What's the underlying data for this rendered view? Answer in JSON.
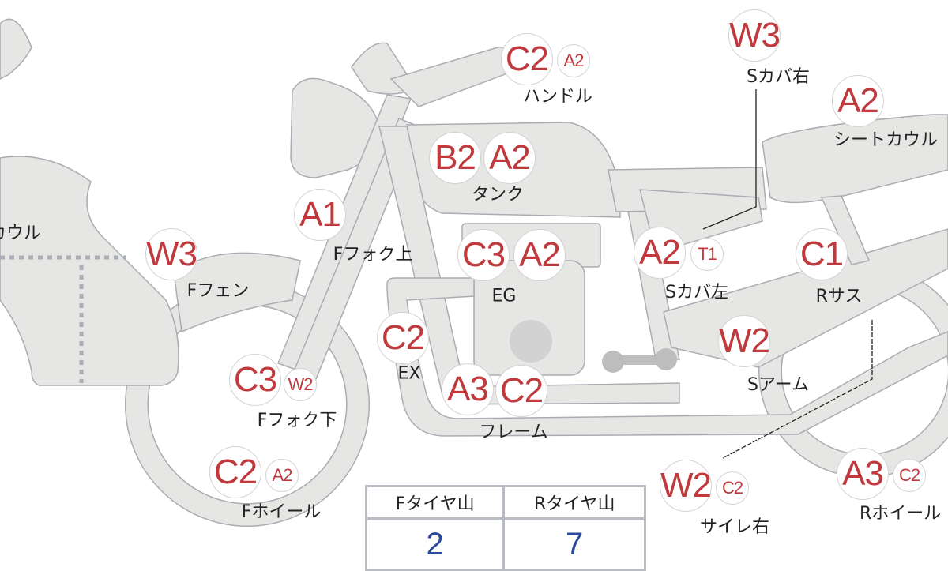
{
  "colors": {
    "grade": "#c0393d",
    "tire_value": "#2a4a9a",
    "body_fill": "#e6e6e4",
    "body_stroke": "#a9adb3"
  },
  "parts": [
    {
      "name": "カウル",
      "grades": []
    },
    {
      "name": "Fフェン",
      "grades": [
        "W3"
      ]
    },
    {
      "name": "Fフォク上",
      "grades": [
        "A1"
      ]
    },
    {
      "name": "タンク",
      "grades": [
        "B2",
        "A2"
      ]
    },
    {
      "name": "ハンドル",
      "grades": [
        "C2",
        "A2"
      ]
    },
    {
      "name": "Sカバ右",
      "grades": [
        "W3"
      ]
    },
    {
      "name": "シートカウル",
      "grades": [
        "A2"
      ]
    },
    {
      "name": "EG",
      "grades": [
        "C3",
        "A2"
      ]
    },
    {
      "name": "Sカバ左",
      "grades": [
        "A2",
        "T1"
      ]
    },
    {
      "name": "Rサス",
      "grades": [
        "C1"
      ]
    },
    {
      "name": "EX",
      "grades": [
        "C2"
      ]
    },
    {
      "name": "Sアーム",
      "grades": [
        "W2"
      ]
    },
    {
      "name": "Fフォク下",
      "grades": [
        "C3",
        "W2"
      ]
    },
    {
      "name": "フレーム",
      "grades": [
        "A3",
        "C2"
      ]
    },
    {
      "name": "Fホイール",
      "grades": [
        "C2",
        "A2"
      ]
    },
    {
      "name": "サイレ右",
      "grades": [
        "W2",
        "C2"
      ]
    },
    {
      "name": "Rホイール",
      "grades": [
        "A3",
        "C2"
      ]
    }
  ],
  "tire_table": {
    "headers": [
      "Fタイヤ山",
      "Rタイヤ山"
    ],
    "values": [
      "2",
      "7"
    ]
  }
}
